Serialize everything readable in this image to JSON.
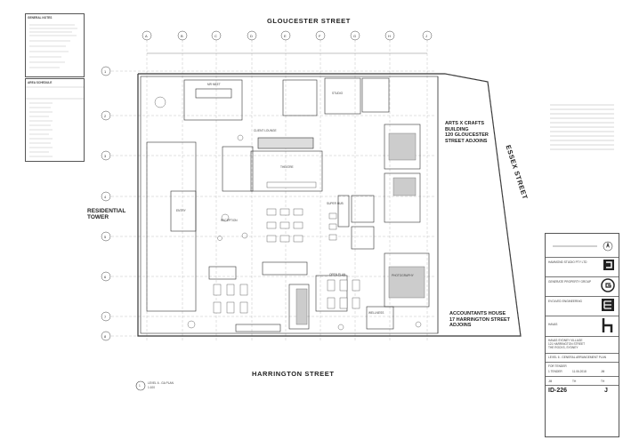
{
  "streets": {
    "north": "GLOUCESTER STREET",
    "south": "HARRINGTON STREET",
    "east": "ESSEX STREET"
  },
  "adjacent": {
    "west": [
      "RESIDENTIAL",
      "TOWER"
    ],
    "arts": [
      "ARTS X CRAFTS",
      "BUILDING",
      "120 GLOUCESTER",
      "STREET ADJOINS"
    ],
    "accountants": [
      "ACCOUNTANTS HOUSE",
      "17 HARRINGTON STREET",
      "ADJOINS"
    ]
  },
  "grid": {
    "columns": [
      "A",
      "B",
      "C",
      "D",
      "E",
      "F",
      "G",
      "H",
      "J"
    ],
    "rows": [
      "1",
      "2",
      "3",
      "4",
      "5",
      "6",
      "7",
      "8"
    ]
  },
  "notes": {
    "general_title": "GENERAL NOTES",
    "area_title": "AREA SCHEDULE"
  },
  "rooms": {
    "client_lounge": "CLIENT LOUNGE",
    "theatre": "THEATRE",
    "reception": "RECEPTION",
    "super_hub": "SUPER HUB",
    "open_plan": "OPEN PLAN",
    "photography": "PHOTOGRAPHY",
    "wellness": "WELLNESS",
    "studio": "STUDIO",
    "boardroom": "MR MEET",
    "entry": "ENTRY"
  },
  "title_block": {
    "architect": "HAMMOND STUDIO PTY LTD",
    "client": "GENERATE PROPERTY GROUP",
    "engineer": "EVOLVED ENGINEERING",
    "tenant": "HAVAS",
    "project": [
      "HAVAS SYDNEY VILLAGE",
      "121 HARRINGTON STREET",
      "THE ROCKS, SYDNEY"
    ],
    "drawing_title": "LEVEL 6 - GENERAL ARRANGEMENT PLAN",
    "status": "FOR TENDER",
    "rev_row": [
      "1 TENDER",
      "11.06.2018",
      "JM"
    ],
    "initials": [
      "JM",
      "TH",
      "TH"
    ],
    "drawing_no": "ID-226",
    "revision": "J"
  },
  "plan_caption": {
    "number": "1",
    "title": "LEVEL 6 - GA PLAN",
    "scale": "1:100"
  }
}
